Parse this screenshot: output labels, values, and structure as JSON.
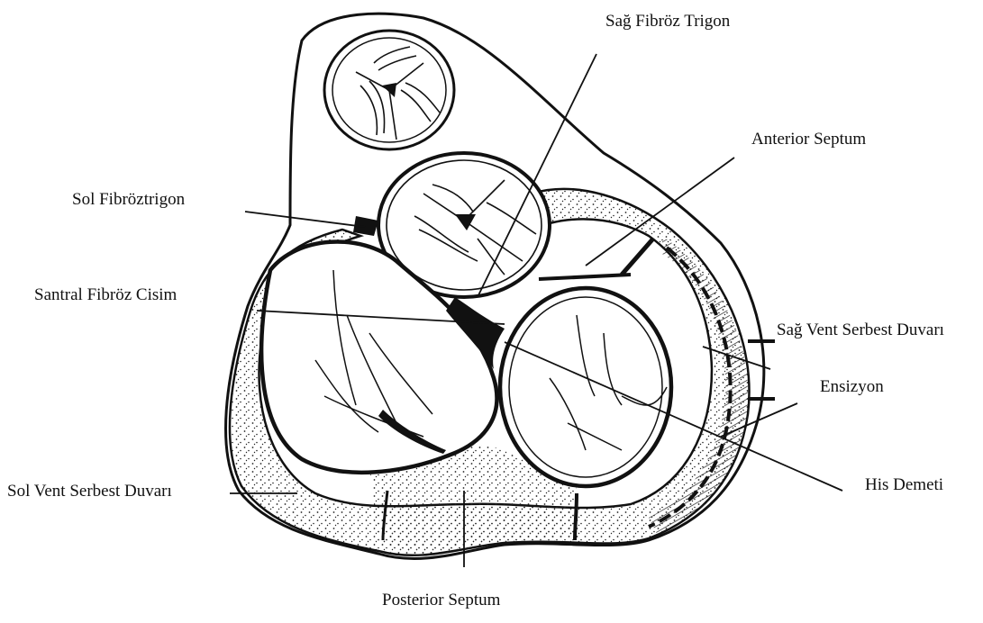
{
  "diagram": {
    "labels": {
      "right_fibrous_trigone": "Sağ Fibröz Trigon",
      "anterior_septum": "Anterior Septum",
      "left_fibrous_trigone": "Sol Fibröztrigon",
      "central_fibrous_body": "Santral Fibröz Cisim",
      "right_vent_free_wall": "Sağ Vent Serbest Duvarı",
      "incision": "Ensizyon",
      "his_bundle": "His Demeti",
      "left_vent_free_wall": "Sol Vent Serbest Duvarı",
      "posterior_septum": "Posterior Septum"
    },
    "colors": {
      "ink": "#111111",
      "background": "#ffffff",
      "stipple": "#222222"
    }
  }
}
